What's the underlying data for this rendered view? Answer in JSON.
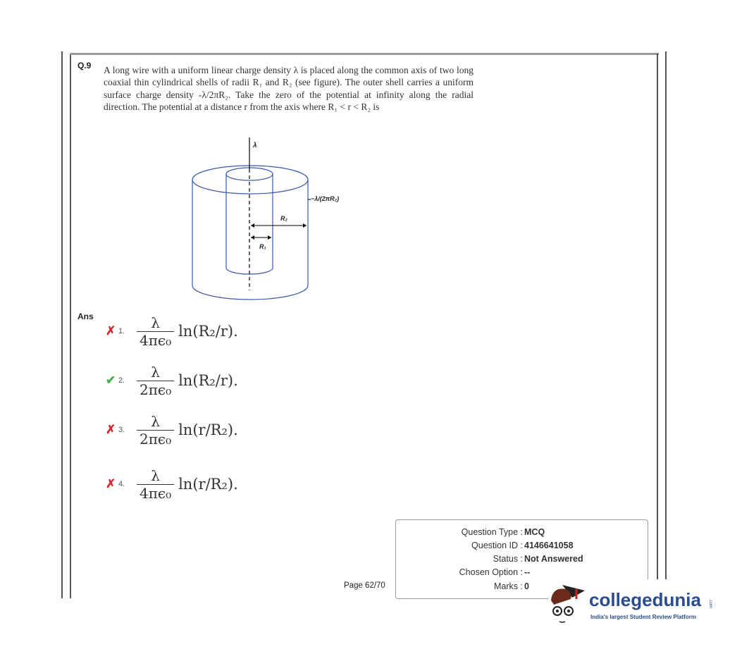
{
  "question": {
    "number": "Q.9",
    "text": "A long wire with a uniform linear charge density λ is placed along the common axis of two long coaxial thin cylindrical shells of radii R₁ and R₂ (see figure). The outer shell carries a uniform surface charge density -λ/2πR₂. Take the zero of the potential at infinity along the radial direction. The potential at a distance r from the axis where R₁ < r < R₂ is"
  },
  "figure": {
    "lambda": "λ",
    "outer_label": "−λ/(2πR₂)",
    "r2": "R₂",
    "r1": "R₁"
  },
  "ans_label": "Ans",
  "options": [
    {
      "num": "1.",
      "status": "wrong",
      "mark": "✗",
      "num_text": "λ",
      "den": "4πϵ₀",
      "log": "ln(R₂/r)."
    },
    {
      "num": "2.",
      "status": "correct",
      "mark": "✔",
      "num_text": "λ",
      "den": "2πϵ₀",
      "log": "ln(R₂/r)."
    },
    {
      "num": "3.",
      "status": "wrong",
      "mark": "✗",
      "num_text": "λ",
      "den": "2πϵ₀",
      "log": "ln(r/R₂)."
    },
    {
      "num": "4.",
      "status": "wrong",
      "mark": "✗",
      "num_text": "λ",
      "den": "4πϵ₀",
      "log": "ln(r/R₂)."
    }
  ],
  "info": {
    "type_label": "Question Type :",
    "type": "MCQ",
    "id_label": "Question ID :",
    "id": "4146641058",
    "status_label": "Status :",
    "status": "Not Answered",
    "chosen_label": "Chosen Option :",
    "chosen": "--",
    "marks_label": "Marks :",
    "marks": "0"
  },
  "page": "Page 62/70",
  "logo": {
    "name": "collegedunia",
    "tagline": "India's largest Student Review Platform",
    "suffix": ".com"
  },
  "colors": {
    "wrong": "#d9262e",
    "correct": "#4caf50",
    "brand": "#2a4d8f"
  }
}
